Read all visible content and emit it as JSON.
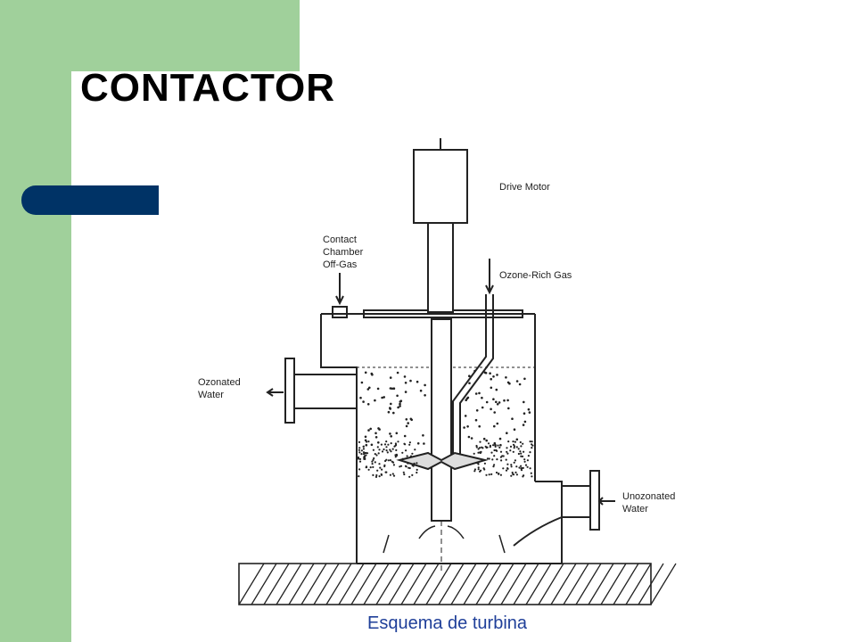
{
  "slide": {
    "title": "CONTACTOR",
    "caption": "Esquema de turbina",
    "colors": {
      "sidebar": "#a0d09b",
      "accent_bar": "#003366",
      "caption": "#1f3f99"
    }
  },
  "diagram": {
    "labels": {
      "drive_motor": "Drive Motor",
      "off_gas_1": "Contact",
      "off_gas_2": "Chamber",
      "off_gas_3": "Off-Gas",
      "ozone_gas": "Ozone-Rich Gas",
      "ozonated_1": "Ozonated",
      "ozonated_2": "Water",
      "unozonated_1": "Unozonated",
      "unozonated_2": "Water"
    }
  }
}
